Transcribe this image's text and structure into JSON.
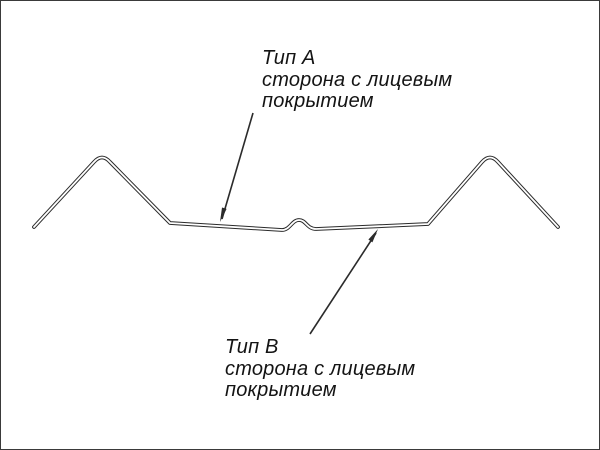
{
  "diagram": {
    "kind": "sheet-profile-cross-section",
    "labels": {
      "type_a": {
        "name": "Тип А",
        "desc1": "сторона с лицевым",
        "desc2": "покрытием"
      },
      "type_b": {
        "name": "Тип В",
        "desc1": "сторона с лицевым",
        "desc2": "покрытием"
      }
    },
    "colors": {
      "line": "#2b2b2b",
      "background": "#ffffff"
    }
  }
}
